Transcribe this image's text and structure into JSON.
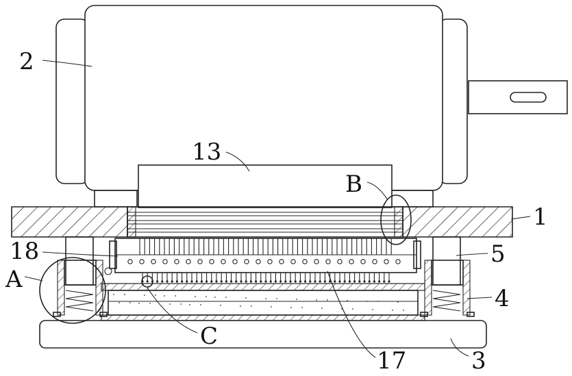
{
  "labels": {
    "motor": "2",
    "plate": "1",
    "heatsink": "13",
    "detail_b": "B",
    "label_18": "18",
    "label_5": "5",
    "detail_a": "A",
    "label_4": "4",
    "detail_c": "C",
    "label_17": "17",
    "label_3": "3"
  }
}
